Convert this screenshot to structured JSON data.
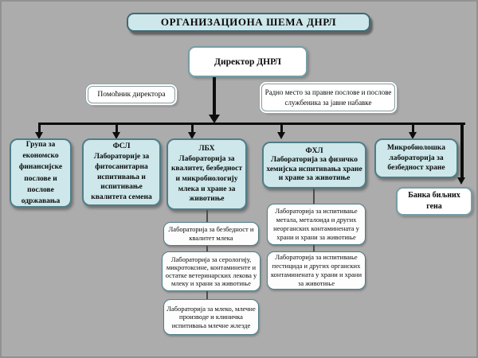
{
  "colors": {
    "background": "#acacac",
    "node_fill_blue": "#cde7ea",
    "node_fill_white": "#ffffff",
    "node_border": "#4f7d88",
    "connector": "#0d0d0d",
    "text": "#0a0a0a"
  },
  "header": {
    "title": "ОРГАНИЗАЦИОНА ШЕМА ДНРЛ"
  },
  "nodes": {
    "director": "Директор ДНРЛ",
    "assistant": "Помоћник директора",
    "legal_office": "Радно место за правне послове и послове службеника за јавне набавке",
    "bank": "Банка биљних гена"
  },
  "departments": [
    {
      "acronym": "",
      "label": "Група за економско финансијске послове и послове одржавања"
    },
    {
      "acronym": "ФСЛ",
      "label": "Лабораторије за фитосанитарна испитивања и испитивање квалитета семена"
    },
    {
      "acronym": "ЛБХ",
      "label": "Лабораторија за квалитет, безбедност и микробиологију млека и хране за животиње"
    },
    {
      "acronym": "ФХЛ",
      "label": "Лабораторија за физичко хемијска испитивања хране и хране за животиње"
    },
    {
      "acronym": "",
      "label": "Микробиолошка лабораторија за безбедност хране"
    }
  ],
  "lbh_sublabs": [
    "Лабораторија за безбедност и квалитет млека",
    "Лабораторија за серологију, микротоксине, контаминенте и остатке ветеринарских лекова у млеку и храни за животиње",
    "Лабораторија за млеко, млечне производе и клиничка испитивања млечне жлезде"
  ],
  "fhl_sublabs": [
    "Лабораторија за испитивање метала, металоида и других неорганских контаминената у храни и храни за животиње",
    "Лабораторија за испитивање пестицида и других органских контаминената у храни и храни за животиње"
  ]
}
